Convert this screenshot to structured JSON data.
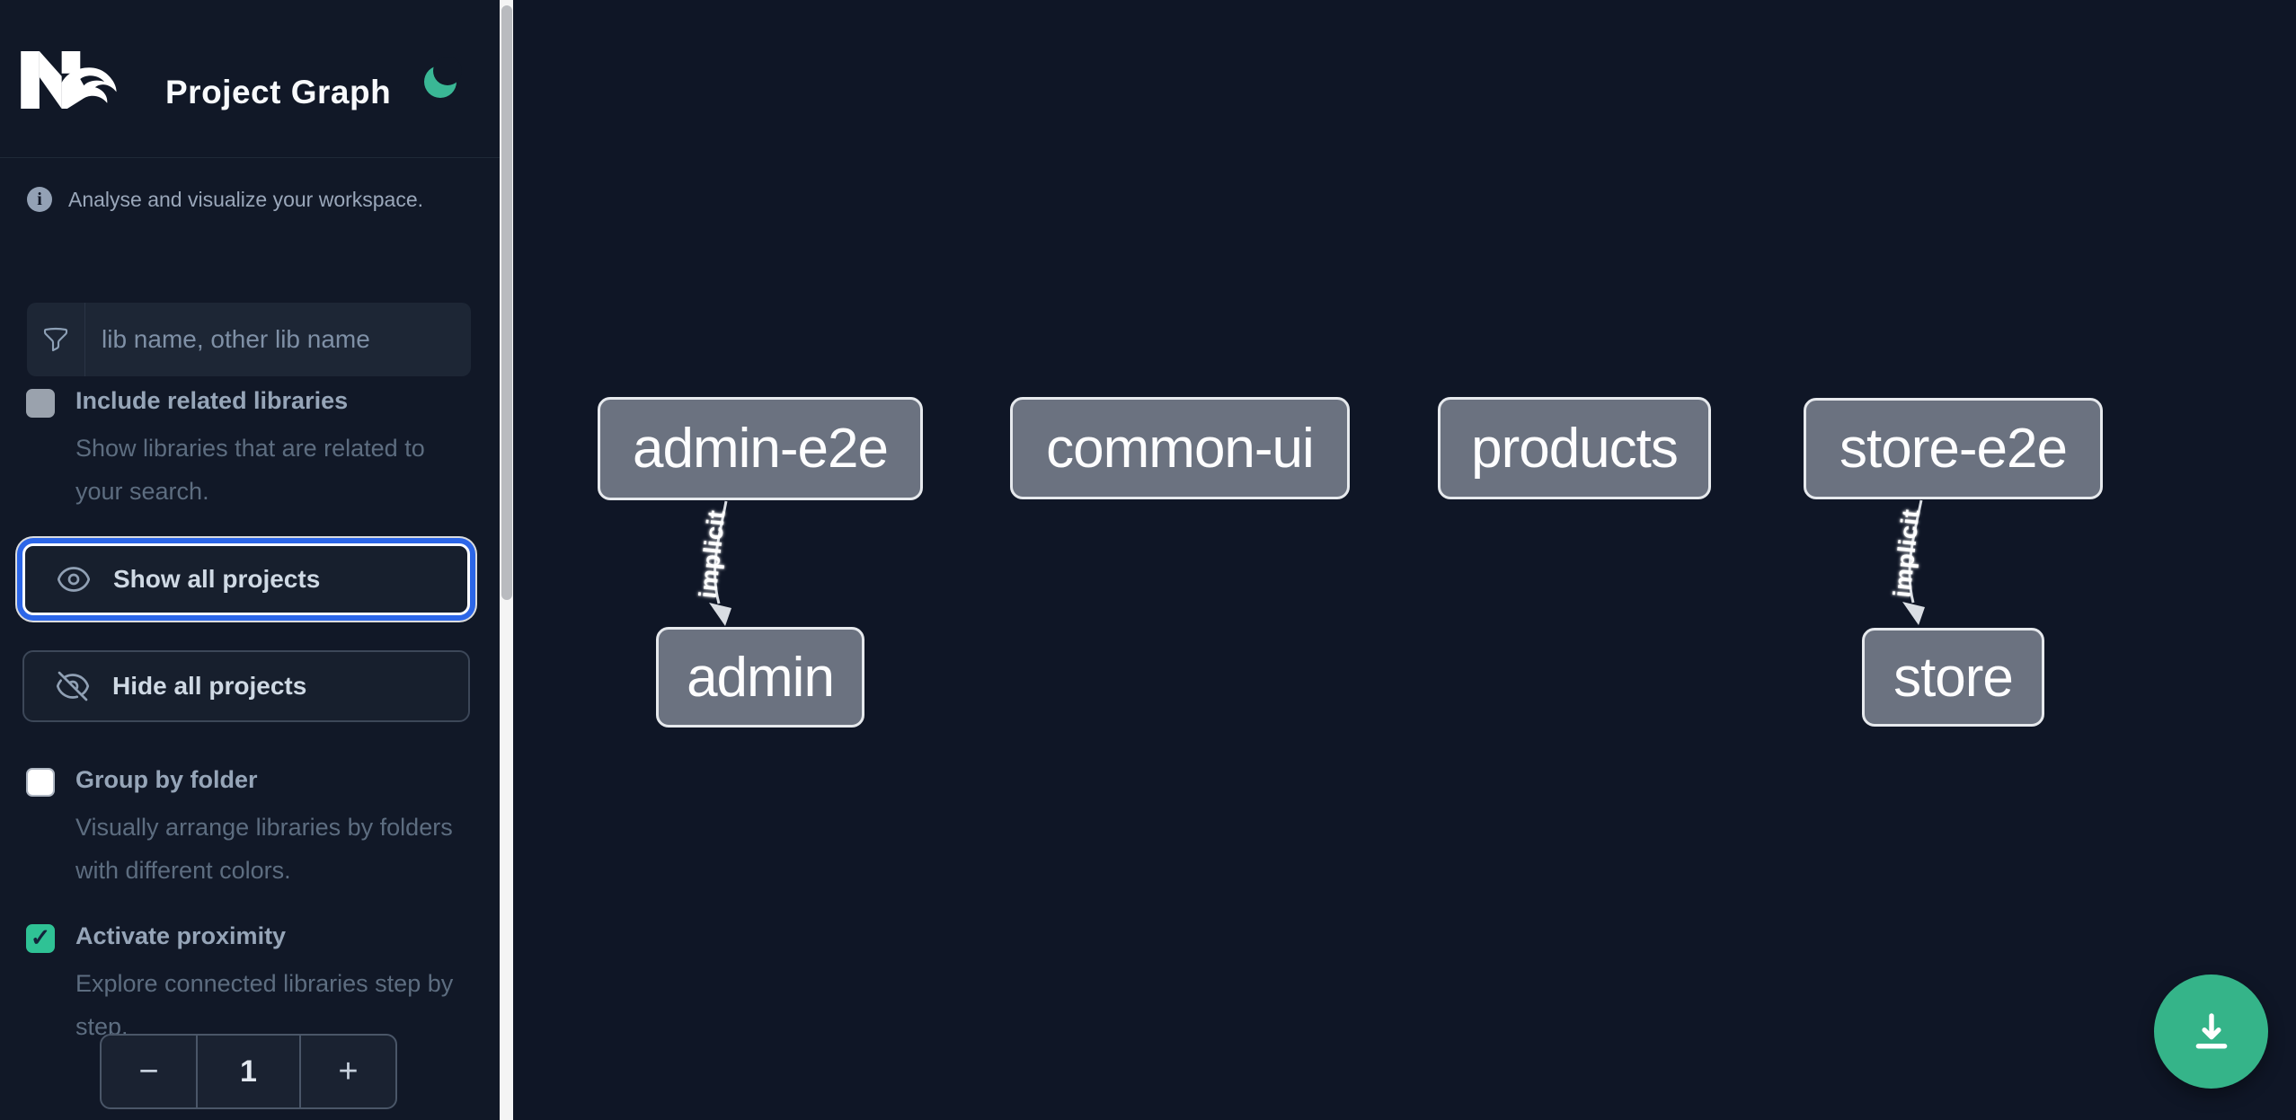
{
  "app": {
    "title": "Project Graph"
  },
  "sidebar": {
    "info_text": "Analyse and visualize your workspace.",
    "search": {
      "placeholder": "lib name, other lib name"
    },
    "include_related": {
      "label": "Include related libraries",
      "description": "Show libraries that are related to your search.",
      "checked": "false"
    },
    "actions": [
      {
        "label": "Show all projects",
        "focused": true
      },
      {
        "label": "Hide all projects",
        "focused": false
      }
    ],
    "group_by_folder": {
      "label": "Group by folder",
      "description": "Visually arrange libraries by folders with different colors.",
      "checked": "false"
    },
    "proximity": {
      "label": "Activate proximity",
      "description": "Explore connected libraries step by step.",
      "checked": "true",
      "value": "1",
      "decrement_label": "−",
      "increment_label": "+"
    }
  },
  "canvas": {
    "nodes": [
      {
        "label": "admin-e2e"
      },
      {
        "label": "common-ui"
      },
      {
        "label": "products"
      },
      {
        "label": "store-e2e"
      },
      {
        "label": "admin"
      },
      {
        "label": "store"
      }
    ],
    "edges": [
      {
        "from": "admin-e2e",
        "to": "admin",
        "label": "implicit"
      },
      {
        "from": "store-e2e",
        "to": "store",
        "label": "implicit"
      }
    ]
  },
  "colors": {
    "accent_green": "#35b489",
    "checkbox_green": "#2fc295",
    "focus_blue": "#2c66e8",
    "node_fill": "#6b7280",
    "node_border": "#e6e9ed",
    "sidebar_bg": "#111827",
    "canvas_bg": "#0f1626"
  },
  "icons": {
    "logo": "nx-logo",
    "theme": "moon-icon",
    "info": "info-icon",
    "search": "funnel-icon",
    "show": "eye-icon",
    "hide": "eye-slash-icon",
    "fab": "download-icon"
  }
}
